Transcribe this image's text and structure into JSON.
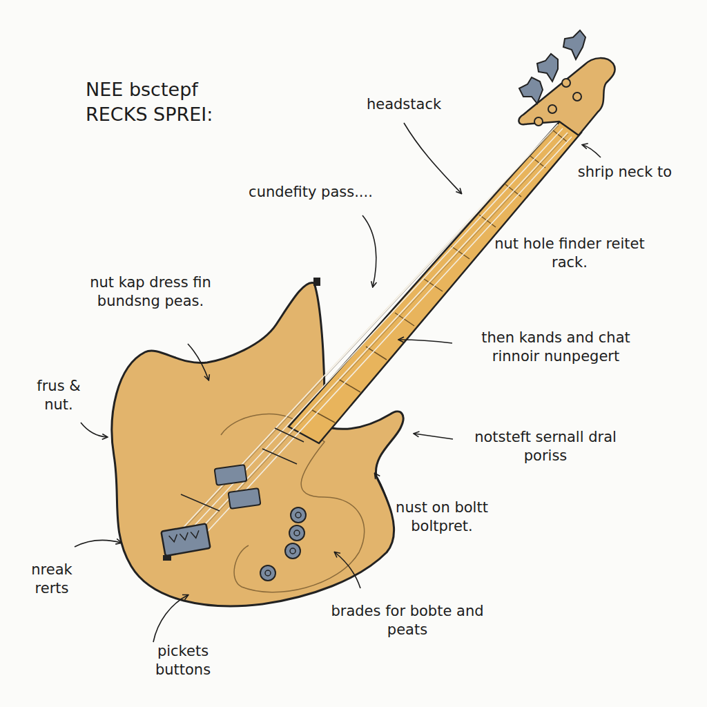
{
  "diagram": {
    "title": "NEE bsctepf RECKS SPREI:",
    "labels": [
      "headstack",
      "shrip neck to",
      "cundefity pass....",
      "nut hole finder reitet rack.",
      "nut kap dress fin bundsng peas.",
      "then kands and chat rinnoir nunpegert",
      "frus & nut.",
      "notsteft sernall dral poriss",
      "nust on boltt boltpret.",
      "nreak rerts",
      "brades for bobte and peats",
      "pickets buttons"
    ]
  }
}
